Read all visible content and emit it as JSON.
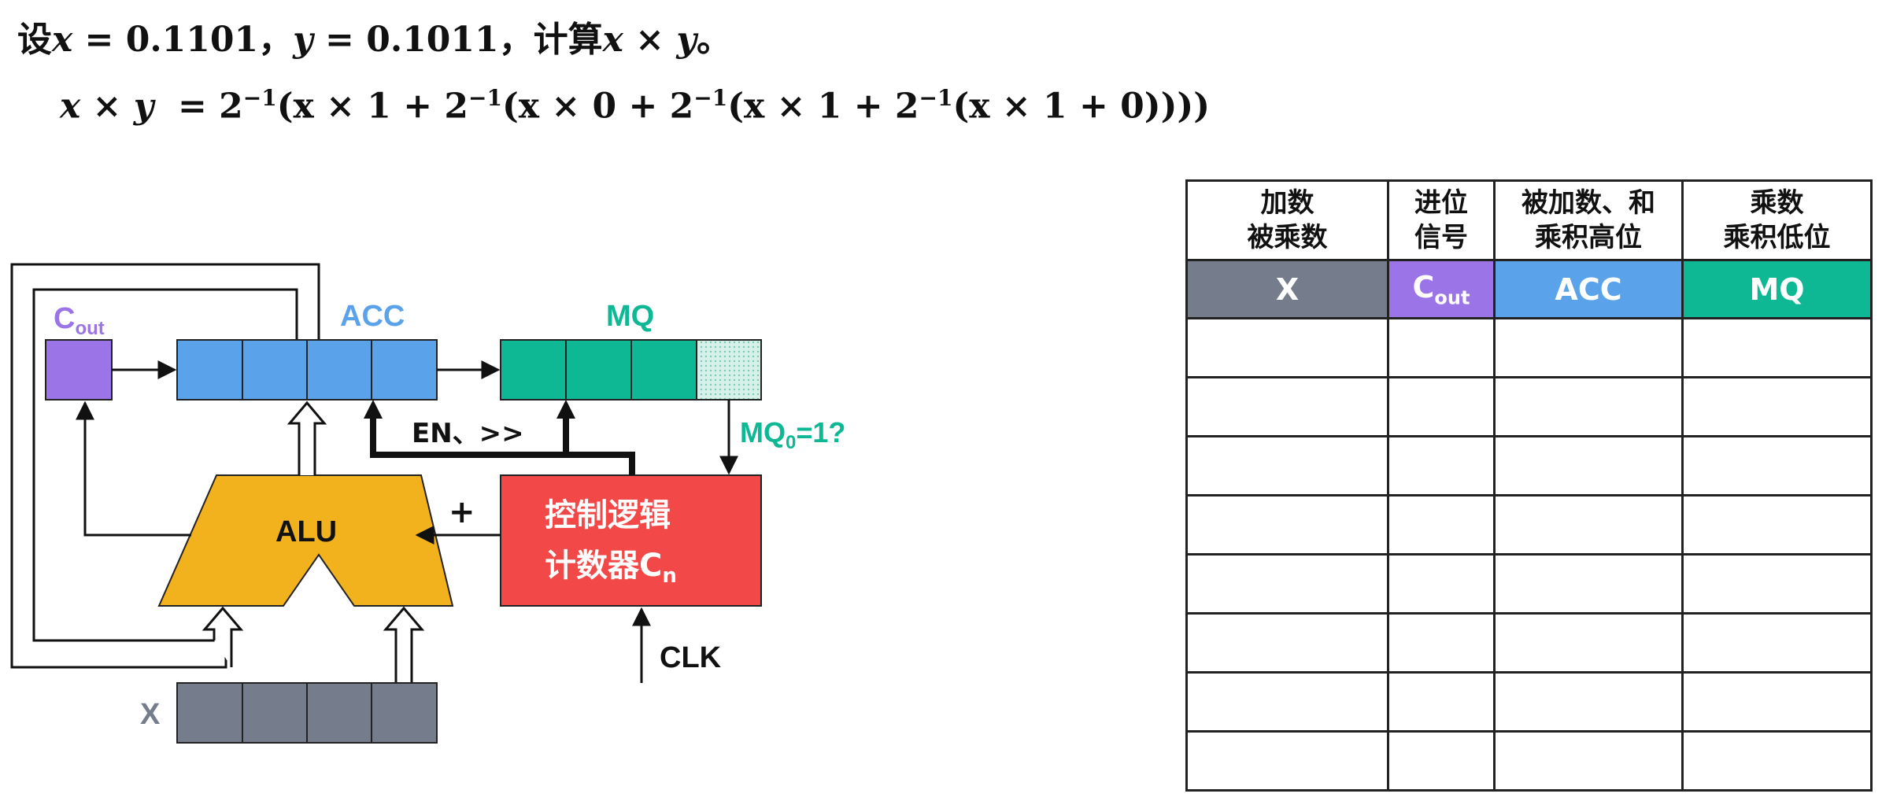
{
  "problem": {
    "prefix": "设",
    "x_var": "x",
    "x_eq": " = 0.1101",
    "sep": "，",
    "y_var": "y",
    "y_eq": " = 0.1011",
    "compute": "，计算",
    "expr": "x × y",
    "end": "。"
  },
  "formula": {
    "lhs": "x × y",
    "eq": "= 2",
    "p1": "(x × 1 + 2",
    "p2": "(x × 0 + 2",
    "p3": "(x × 1 + 2",
    "p4": "(x × 1 + 0))))",
    "exp": "−1"
  },
  "diagram": {
    "cout_c": "C",
    "cout_sub": "out",
    "acc": "ACC",
    "mq": "MQ",
    "alu": "ALU",
    "control_line1": "控制逻辑",
    "control_line2": "计数器C",
    "control_sub": "n",
    "en": "EN、>>",
    "mq0_a": "MQ",
    "mq0_sub": "0",
    "mq0_b": "=1?",
    "plus": "+",
    "clk": "CLK",
    "x": "X"
  },
  "table": {
    "headers": [
      [
        "加数",
        "被乘数"
      ],
      [
        "进位",
        "信号"
      ],
      [
        "被加数、和",
        "乘积高位"
      ],
      [
        "乘数",
        "乘积低位"
      ]
    ],
    "labels": [
      "X",
      "C",
      "ACC",
      "MQ"
    ],
    "label_sub": "out"
  },
  "colors": {
    "cout": "#9b74e8",
    "acc": "#5aa3ea",
    "mq": "#0fb894",
    "x": "#757d8d",
    "alu": "#f2b21e",
    "control": "#f24848",
    "mq_dotted": "#c9ece2"
  }
}
